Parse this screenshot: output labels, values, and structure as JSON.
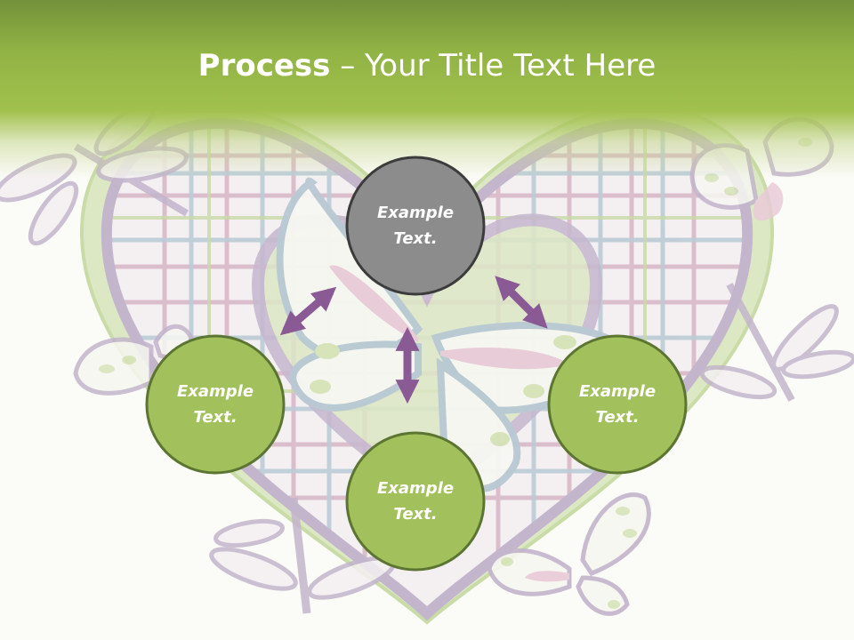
{
  "slide": {
    "title_bold": "Process",
    "title_dash": " – ",
    "title_rest": "Your Title Text Here"
  },
  "nodes": {
    "top": {
      "line1": "Example",
      "line2": "Text."
    },
    "left": {
      "line1": "Example",
      "line2": "Text."
    },
    "right": {
      "line1": "Example",
      "line2": "Text."
    },
    "bottom": {
      "line1": "Example",
      "line2": "Text."
    }
  },
  "colors": {
    "header_green": "#9dbd4a",
    "node_green": "#a2c15c",
    "node_border": "#5c7532",
    "node_gray": "#8c8c8c",
    "node_gray_border": "#3c3c3c",
    "arrow_purple": "#8a5a95",
    "lavender": "#c9bdd2",
    "pink": "#e8c6d6"
  }
}
